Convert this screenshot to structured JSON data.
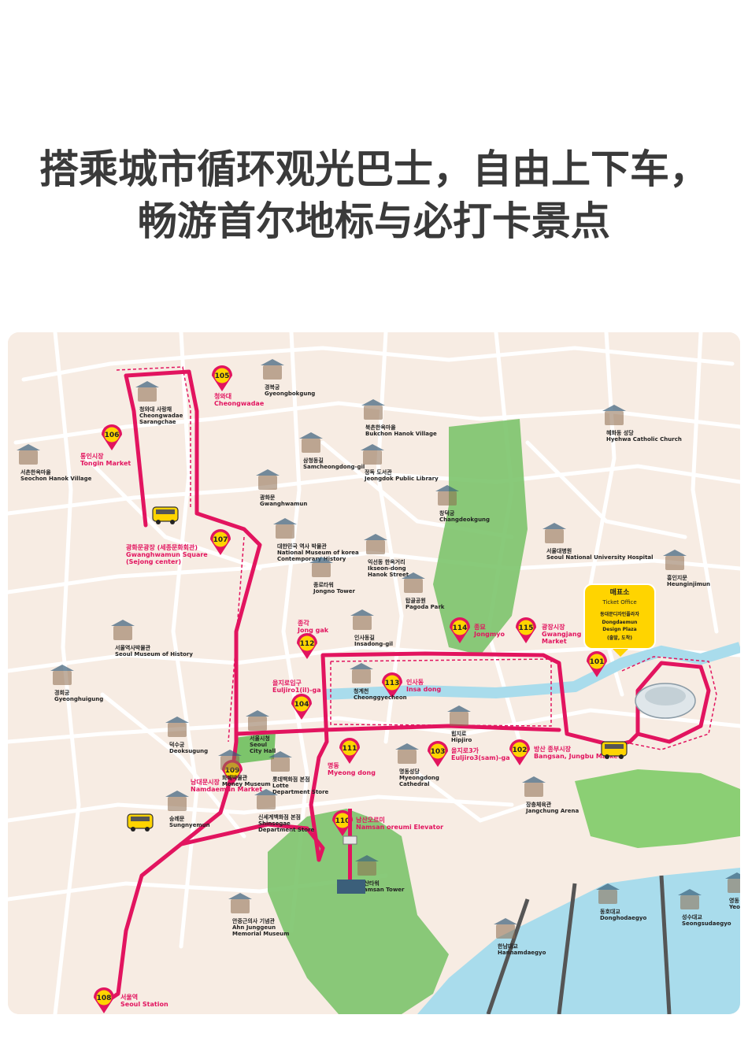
{
  "headline": {
    "line1": "搭乘城市循环观光巴士，自由上下车，",
    "line2": "畅游首尔地标与必打卡景点"
  },
  "colors": {
    "route": "#e2145f",
    "land": "#f7ece3",
    "road": "#ffffff",
    "park": "#7cc46b",
    "river": "#a9dcec",
    "stop_badge": "#ffd400",
    "ticket_office": "#ffd400"
  },
  "ticket_office": {
    "title": "매표소",
    "subtitle": "Ticket Office",
    "place_ko": "동대문디자인플라자",
    "place_en1": "Dongdaemun",
    "place_en2": "Design Plaza",
    "note": "(출발, 도착)"
  },
  "stops": [
    {
      "num": "101",
      "ko": "",
      "en": "",
      "icon": "bus-stop-pin"
    },
    {
      "num": "102",
      "ko": "방산 종부시장",
      "en": "Bangsan, Jungbu Market"
    },
    {
      "num": "103",
      "ko": "을지로3가",
      "en": "Euljiro3(sam)-ga"
    },
    {
      "num": "104",
      "ko": "을지로입구",
      "en": "Euljiro1(il)-ga"
    },
    {
      "num": "105",
      "ko": "청와대",
      "en": "Cheongwadae"
    },
    {
      "num": "106",
      "ko": "통인시장",
      "en": "Tongin Market"
    },
    {
      "num": "107",
      "ko": "광화문광장 (세종문화회관)",
      "en": "Gwanghwamun Square",
      "en2": "(Sejong center)"
    },
    {
      "num": "108",
      "ko": "서울역",
      "en": "Seoul Station"
    },
    {
      "num": "109",
      "ko": "남대문시장",
      "en": "Namdaemun Market"
    },
    {
      "num": "110",
      "ko": "남산오르미",
      "en": "Namsan oreumi Elevator"
    },
    {
      "num": "111",
      "ko": "명동",
      "en": "Myeong dong"
    },
    {
      "num": "112",
      "ko": "종각",
      "en": "Jong gak"
    },
    {
      "num": "113",
      "ko": "인사동",
      "en": "Insa dong"
    },
    {
      "num": "114",
      "ko": "종묘",
      "en": "Jongmyo"
    },
    {
      "num": "115",
      "ko": "광장시장",
      "en": "Gwangjang",
      "en2": "Market"
    }
  ],
  "landmarks": [
    {
      "ko": "청와대 사랑채",
      "en": "Cheongwadae",
      "en2": "Sarangchae"
    },
    {
      "ko": "경복궁",
      "en": "Gyeongbokgung"
    },
    {
      "ko": "북촌한옥마을",
      "en": "Bukchon Hanok Village"
    },
    {
      "ko": "혜화동 성당",
      "en": "Hyehwa Catholic Church"
    },
    {
      "ko": "서촌한옥마을",
      "en": "Seochon Hanok Village"
    },
    {
      "ko": "삼청동길",
      "en": "Samcheongdong-gil"
    },
    {
      "ko": "정독 도서관",
      "en": "Jeongdok Public Library"
    },
    {
      "ko": "창덕궁",
      "en": "Changdeokgung"
    },
    {
      "ko": "광화문",
      "en": "Gwanghwamun"
    },
    {
      "ko": "대한민국 역사 박물관",
      "en": "National Museum of korea",
      "en2": "Contemporary History"
    },
    {
      "ko": "익선동 한옥거리",
      "en": "Ikseon-dong",
      "en2": "Hanok Street"
    },
    {
      "ko": "서울대병원",
      "en": "Seoul National University Hospital"
    },
    {
      "ko": "흥인지문",
      "en": "Heunginjimun"
    },
    {
      "ko": "종로타워",
      "en": "Jongno Tower"
    },
    {
      "ko": "탑골공원",
      "en": "Pagoda Park"
    },
    {
      "ko": "서울역사박물관",
      "en": "Seoul Museum of History"
    },
    {
      "ko": "인사동길",
      "en": "Insadong-gil"
    },
    {
      "ko": "경희궁",
      "en": "Gyeonghuigung"
    },
    {
      "ko": "청계천",
      "en": "Cheonggyecheon"
    },
    {
      "ko": "서울시청",
      "en": "Seoul",
      "en2": "City Hall"
    },
    {
      "ko": "힙지로",
      "en": "Hipjiro"
    },
    {
      "ko": "덕수궁",
      "en": "Deoksugung"
    },
    {
      "ko": "화폐박물관",
      "en": "Money Museum"
    },
    {
      "ko": "롯데백화점 본점",
      "en": "Lotte",
      "en2": "Department Store"
    },
    {
      "ko": "명동성당",
      "en": "Myeongdong",
      "en2": "Cathedral"
    },
    {
      "ko": "장충체육관",
      "en": "Jangchung Arena"
    },
    {
      "ko": "숭례문",
      "en": "Sungnyemun"
    },
    {
      "ko": "신세계백화점 본점",
      "en": "Shinsegae",
      "en2": "Department Store"
    },
    {
      "ko": "남산타워",
      "en": "Namsan Tower"
    },
    {
      "ko": "안중근의사 기념관",
      "en": "Ahn Junggeun",
      "en2": "Memorial Museum"
    },
    {
      "ko": "동호대교",
      "en": "Donghodaegyo"
    },
    {
      "ko": "성수대교",
      "en": "Seongsudaegyo"
    },
    {
      "ko": "한남대교",
      "en": "Hannamdaegyo"
    },
    {
      "ko": "영동",
      "en": "Yeo"
    }
  ]
}
